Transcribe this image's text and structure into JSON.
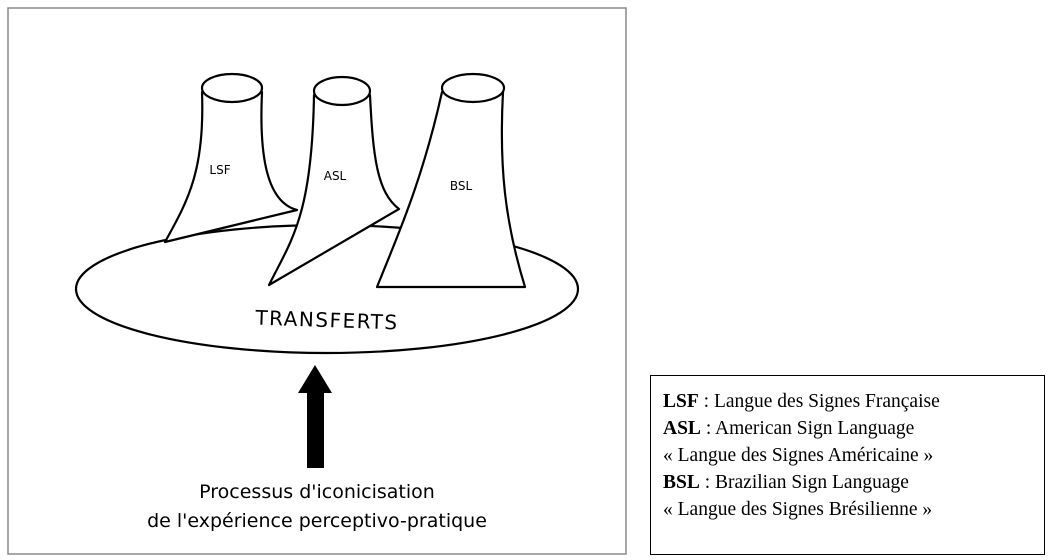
{
  "diagram": {
    "hills": [
      {
        "abbr": "LSF"
      },
      {
        "abbr": "ASL"
      },
      {
        "abbr": "BSL"
      }
    ],
    "plate_label": "TRANSFERTS",
    "process_lines": [
      "Processus d'iconicisation",
      "de l'expérience perceptivo-pratique"
    ]
  },
  "legend": [
    {
      "abbr": "LSF",
      "sep": " : ",
      "text": "Langue des Signes Française"
    },
    {
      "abbr": "ASL",
      "sep": " : ",
      "text": "American Sign Language"
    },
    {
      "abbr": "",
      "sep": "",
      "text": "« Langue des Signes Américaine »"
    },
    {
      "abbr": "BSL",
      "sep": " : ",
      "text": "Brazilian Sign Language"
    },
    {
      "abbr": "",
      "sep": "",
      "text": "« Langue des Signes Brésilienne »"
    }
  ]
}
